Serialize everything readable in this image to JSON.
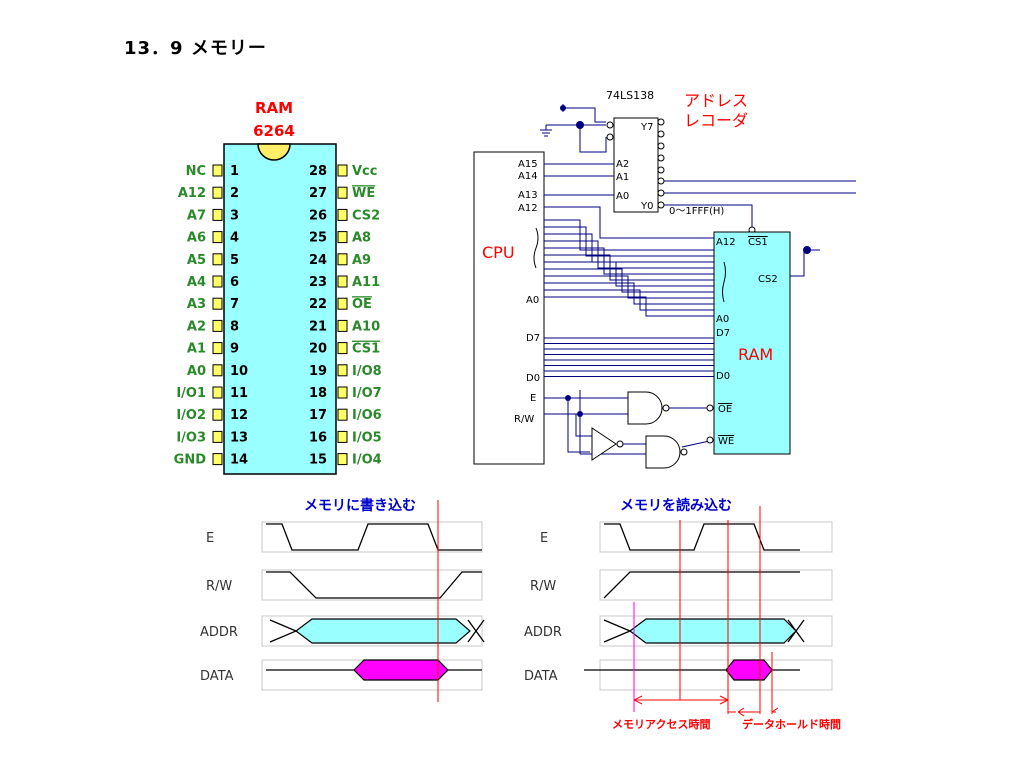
{
  "page_title": "13．9 メモリー",
  "chip": {
    "title": "RAM",
    "part": "6264",
    "left_pins": [
      {
        "num": "1",
        "label": "NC"
      },
      {
        "num": "2",
        "label": "A12"
      },
      {
        "num": "3",
        "label": "A7"
      },
      {
        "num": "4",
        "label": "A6"
      },
      {
        "num": "5",
        "label": "A5"
      },
      {
        "num": "6",
        "label": "A4"
      },
      {
        "num": "7",
        "label": "A3"
      },
      {
        "num": "8",
        "label": "A2"
      },
      {
        "num": "9",
        "label": "A1"
      },
      {
        "num": "10",
        "label": "A0"
      },
      {
        "num": "11",
        "label": "I/O1"
      },
      {
        "num": "12",
        "label": "I/O2"
      },
      {
        "num": "13",
        "label": "I/O3"
      },
      {
        "num": "14",
        "label": "GND"
      }
    ],
    "right_pins": [
      {
        "num": "28",
        "label": "Vcc"
      },
      {
        "num": "27",
        "label": "WE"
      },
      {
        "num": "26",
        "label": "CS2"
      },
      {
        "num": "25",
        "label": "A8"
      },
      {
        "num": "24",
        "label": "A9"
      },
      {
        "num": "23",
        "label": "A11"
      },
      {
        "num": "22",
        "label": "OE"
      },
      {
        "num": "21",
        "label": "A10"
      },
      {
        "num": "20",
        "label": "CS1"
      },
      {
        "num": "19",
        "label": "I/O8"
      },
      {
        "num": "18",
        "label": "I/O7"
      },
      {
        "num": "17",
        "label": "I/O6"
      },
      {
        "num": "16",
        "label": "I/O5"
      },
      {
        "num": "15",
        "label": "I/O4"
      }
    ]
  },
  "circuit": {
    "decoder_part": "74LS138",
    "decoder_title_line1": "アドレス",
    "decoder_title_line2": "レコーダ",
    "decoder_inputs": [
      "A2",
      "A1",
      "A0"
    ],
    "decoder_out_top": "Y7",
    "decoder_out_bottom": "Y0",
    "range_label": "0～1FFF(H)",
    "cpu_label": "CPU",
    "cpu_pins": {
      "a15": "A15",
      "a14": "A14",
      "a13": "A13",
      "a12": "A12",
      "a0": "A0",
      "d7": "D7",
      "d0": "D0",
      "e": "E",
      "rw": "R/W"
    },
    "ram_label": "RAM",
    "ram_pins": {
      "a12": "A12",
      "cs1": "CS1",
      "cs2": "CS2",
      "a0": "A0",
      "d7": "D7",
      "d0": "D0",
      "oe": "OE",
      "we": "WE"
    }
  },
  "timing": {
    "write_title": "メモリに書き込む",
    "read_title": "メモリを読み込む",
    "signals": [
      "E",
      "R/W",
      "ADDR",
      "DATA"
    ],
    "access_time_label": "メモリアクセス時間",
    "hold_time_label": "データホールド時間"
  },
  "colors": {
    "chip_fill": "#99ffff",
    "chip_notch": "#ffee66",
    "pin_fill": "#ffff66",
    "pin_label": "#2a8a2a",
    "red": "#ff0000",
    "blue_title": "#0000cc",
    "wire": "#000080",
    "data_pink": "#ff00ff",
    "addr_cyan": "#99ffff"
  }
}
